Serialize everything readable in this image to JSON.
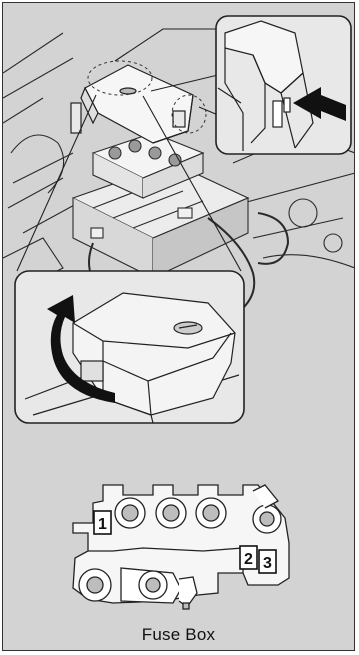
{
  "figure": {
    "caption": "Fuse Box",
    "fuse_labels": [
      "1",
      "2",
      "3"
    ],
    "arrows": [
      "push-arrow-icon",
      "lift-curved-arrow-icon"
    ],
    "colors": {
      "panel_bg": "#d3d3d3",
      "line": "#222222",
      "inset_bg": "#e8e8e8",
      "part_fill": "#f4f4f4"
    }
  }
}
